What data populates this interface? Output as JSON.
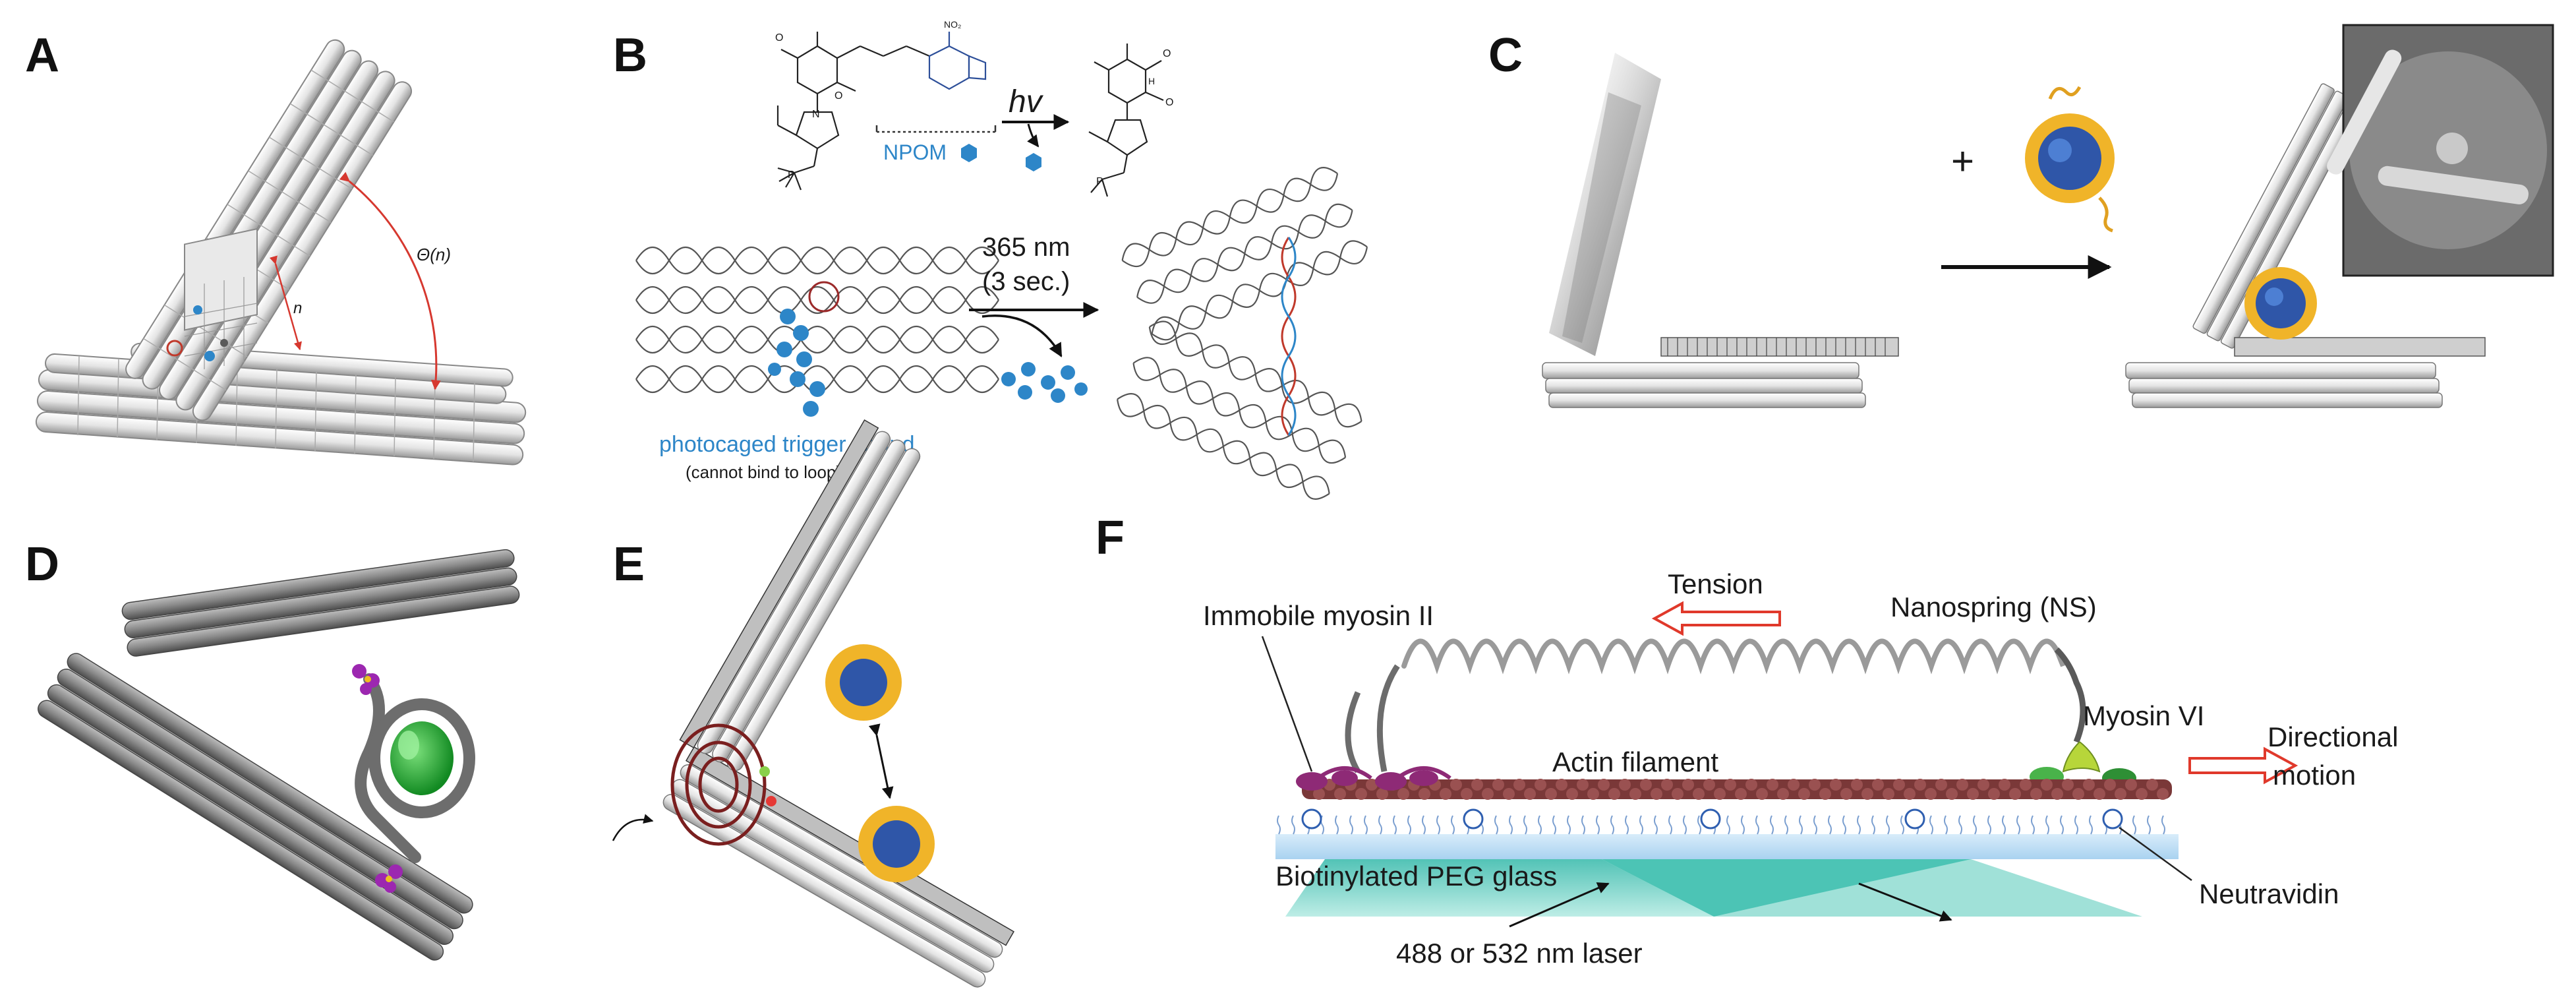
{
  "panels": {
    "A": {
      "letter": "A",
      "angle_label": "Θ(n)",
      "n_label": "n"
    },
    "B": {
      "letter": "B",
      "hv_label": "hv",
      "npom_label": "NPOM",
      "wavelength_label": "365 nm",
      "duration_label": "(3 sec.)",
      "trigger_label": "photocaged trigger strand",
      "trigger_sub_label": "(cannot bind to loop)"
    },
    "C": {
      "letter": "C",
      "plus_label": "+"
    },
    "D": {
      "letter": "D"
    },
    "E": {
      "letter": "E"
    },
    "F": {
      "letter": "F",
      "tension_label": "Tension",
      "nanospring_label": "Nanospring (NS)",
      "myosin2_label": "Immobile myosin II",
      "myosin6_label": "Myosin VI",
      "motion_label_1": "Directional",
      "motion_label_2": "motion",
      "actin_label": "Actin filament",
      "glass_label": "Biotinylated PEG glass",
      "neutravidin_label": "Neutravidin",
      "laser_label": "488 or 532 nm laser"
    }
  },
  "colors": {
    "npom_blue": "#2d86c8",
    "angle_red": "#d6382f",
    "arrow_red": "#e0392b",
    "actin": "#7a3838",
    "myosin_purple": "#8e2a76",
    "myosin_green": "#49b34a",
    "laser_teal": "#69cdc0",
    "ring_green": "#27a839"
  }
}
